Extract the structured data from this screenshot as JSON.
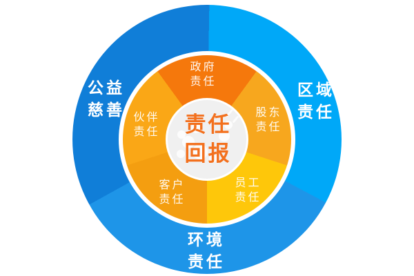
{
  "center": {
    "lines": [
      "责任",
      "回报"
    ]
  },
  "inner_segments": [
    {
      "id": "government",
      "lines": [
        "政府",
        "责任"
      ],
      "color": "#F5780C"
    },
    {
      "id": "shareholder",
      "lines": [
        "股东",
        "责任"
      ],
      "color": "#F7A71E"
    },
    {
      "id": "employee",
      "lines": [
        "员工",
        "责任"
      ],
      "color": "#FEC70A"
    },
    {
      "id": "customer",
      "lines": [
        "客户",
        "责任"
      ],
      "color": "#F49E10"
    },
    {
      "id": "partner",
      "lines": [
        "伙伴",
        "责任"
      ],
      "color": "#FAA716"
    }
  ],
  "outer_segments": [
    {
      "id": "region",
      "lines": [
        "区域",
        "责任"
      ],
      "color": "#00A8F8"
    },
    {
      "id": "environment",
      "lines": [
        "环境",
        "责任"
      ],
      "color": "#1E95E8"
    },
    {
      "id": "charity",
      "lines": [
        "公益",
        "慈善"
      ],
      "color": "#107ED8"
    }
  ],
  "colors": {
    "center_text": "#F3701D",
    "hub_bg": "#F0F0F0"
  }
}
